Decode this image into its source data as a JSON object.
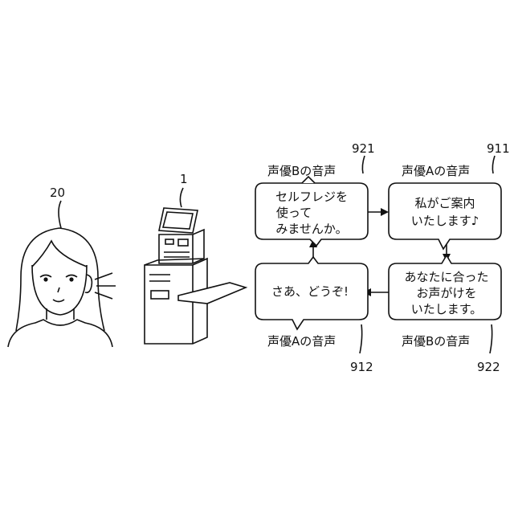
{
  "person": {
    "ref": "20"
  },
  "kiosk": {
    "ref": "1"
  },
  "bubbles": {
    "b921": {
      "ref": "921",
      "voice": "声優Bの音声",
      "lines": [
        "セルフレジを",
        "使って",
        "みませんか。"
      ]
    },
    "b911": {
      "ref": "911",
      "voice": "声優Aの音声",
      "lines": [
        "私がご案内",
        "いたします♪"
      ]
    },
    "b922": {
      "ref": "922",
      "voice": "声優Bの音声",
      "lines": [
        "あなたに合った",
        "お声がけを",
        "いたします。"
      ]
    },
    "b912": {
      "ref": "912",
      "voice": "声優Aの音声",
      "lines": [
        "さあ、どうぞ!"
      ]
    }
  }
}
